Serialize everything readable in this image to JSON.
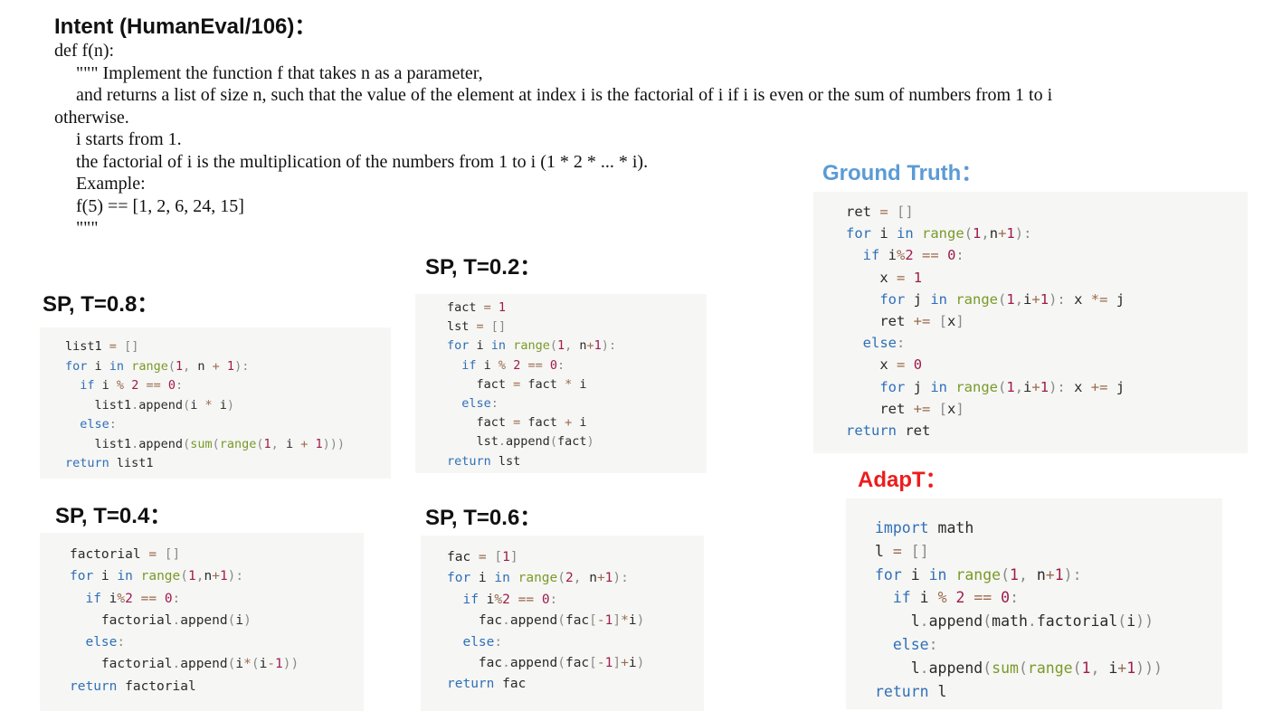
{
  "intent": {
    "title": "Intent (HumanEval/106)：",
    "lines": [
      "def f(n):",
      "\"\"\" Implement the function f that takes n as a parameter,",
      "and returns a list of size n, such that the value of the element at index i is the factorial of i if i is even or the sum of numbers from 1 to i",
      "otherwise.",
      "i starts from 1.",
      "the factorial of i is the multiplication of the numbers from 1 to i (1 * 2 * ... * i).",
      "Example:",
      "f(5) == [1, 2, 6, 24, 15]",
      "\"\"\""
    ]
  },
  "ground_truth": {
    "title": "Ground Truth：",
    "code": [
      "ret = []",
      "for i in range(1,n+1):",
      "  if i%2 == 0:",
      "    x = 1",
      "    for j in range(1,i+1): x *= j",
      "    ret += [x]",
      "  else:",
      "    x = 0",
      "    for j in range(1,i+1): x += j",
      "    ret += [x]",
      "return ret"
    ]
  },
  "sp_08": {
    "title": "SP, T=0.8：",
    "code": [
      "list1 = []",
      "for i in range(1, n + 1):",
      "  if i % 2 == 0:",
      "    list1.append(i * i)",
      "  else:",
      "    list1.append(sum(range(1, i + 1)))",
      "return list1"
    ]
  },
  "sp_02": {
    "title": "SP, T=0.2：",
    "code": [
      "fact = 1",
      "lst = []",
      "for i in range(1, n+1):",
      "  if i % 2 == 0:",
      "    fact = fact * i",
      "  else:",
      "    fact = fact + i",
      "    lst.append(fact)",
      "return lst"
    ]
  },
  "sp_04": {
    "title": "SP, T=0.4：",
    "code": [
      "factorial = []",
      "for i in range(1,n+1):",
      "  if i%2 == 0:",
      "    factorial.append(i)",
      "  else:",
      "    factorial.append(i*(i-1))",
      "return factorial"
    ]
  },
  "sp_06": {
    "title": "SP, T=0.6：",
    "code": [
      "fac = [1]",
      "for i in range(2, n+1):",
      "  if i%2 == 0:",
      "    fac.append(fac[-1]*i)",
      "  else:",
      "    fac.append(fac[-1]+i)",
      "return fac"
    ]
  },
  "adapt": {
    "title": "AdapT：",
    "code": [
      "import math",
      "l = []",
      "for i in range(1, n+1):",
      "  if i % 2 == 0:",
      "    l.append(math.factorial(i))",
      "  else:",
      "    l.append(sum(range(1, i+1)))",
      "return l"
    ]
  },
  "colors": {
    "ground_truth_title": "#5b9bd5",
    "adapt_title": "#ee1c1c",
    "keyword": "#2f6fb8",
    "builtin": "#7a9a2a",
    "number": "#9e1b4e",
    "operator": "#9a6b4c",
    "code_background": "#f6f6f4"
  }
}
